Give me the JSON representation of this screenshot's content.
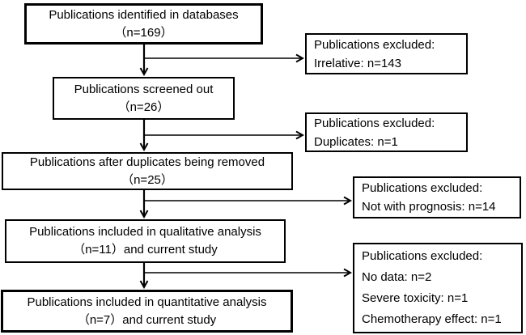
{
  "flow": {
    "main": [
      {
        "line1": "Publications identified in databases",
        "line2": "（n=169）"
      },
      {
        "line1": "Publications screened out",
        "line2": "（n=26）"
      },
      {
        "line1": "Publications after duplicates being removed",
        "line2": "（n=25）"
      },
      {
        "line1": "Publications included in qualitative analysis",
        "line2": "（n=11）and current study"
      },
      {
        "line1": "Publications included in quantitative analysis",
        "line2": "（n=7）and current study"
      }
    ],
    "excluded": [
      {
        "lines": [
          "Publications excluded:",
          "Irrelative: n=143"
        ]
      },
      {
        "lines": [
          "Publications excluded:",
          "Duplicates: n=1"
        ]
      },
      {
        "lines": [
          "Publications excluded:",
          "Not with prognosis: n=14"
        ]
      },
      {
        "lines": [
          "Publications excluded:",
          "No data: n=2",
          "Severe toxicity: n=1",
          "Chemotherapy effect: n=1"
        ]
      }
    ]
  },
  "colors": {
    "background": "#ffffff",
    "box_border": "#000000",
    "text": "#000000",
    "arrow": "#000000"
  }
}
